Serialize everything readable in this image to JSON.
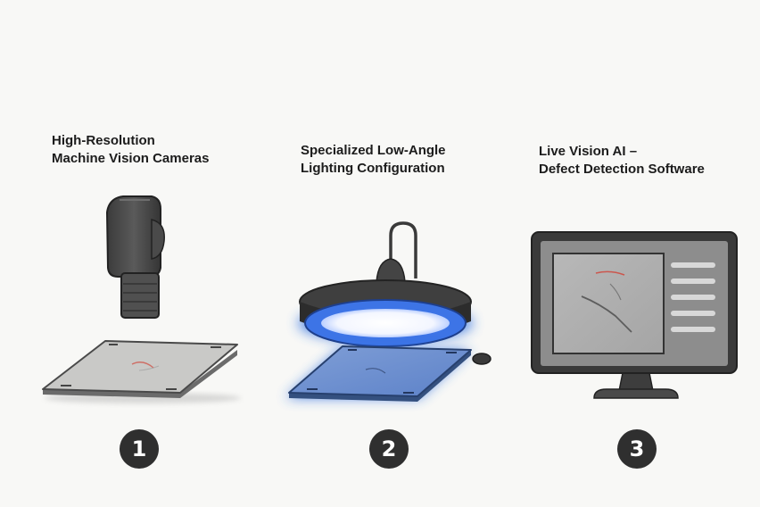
{
  "steps": [
    {
      "number": "1",
      "title_line1": "High-Resolution",
      "title_line2": "Machine Vision Cameras",
      "icon": "camera-icon"
    },
    {
      "number": "2",
      "title_line1": "Specialized Low-Angle",
      "title_line2": "Lighting Configuration",
      "icon": "ring-light-icon"
    },
    {
      "number": "3",
      "title_line1": "Live Vision AI –",
      "title_line2": "Defect Detection Software",
      "icon": "monitor-icon"
    }
  ],
  "colors": {
    "background": "#f8f8f6",
    "badge": "#2f2f2f",
    "glow": "#2e6fe0",
    "defect": "#d0473c"
  }
}
